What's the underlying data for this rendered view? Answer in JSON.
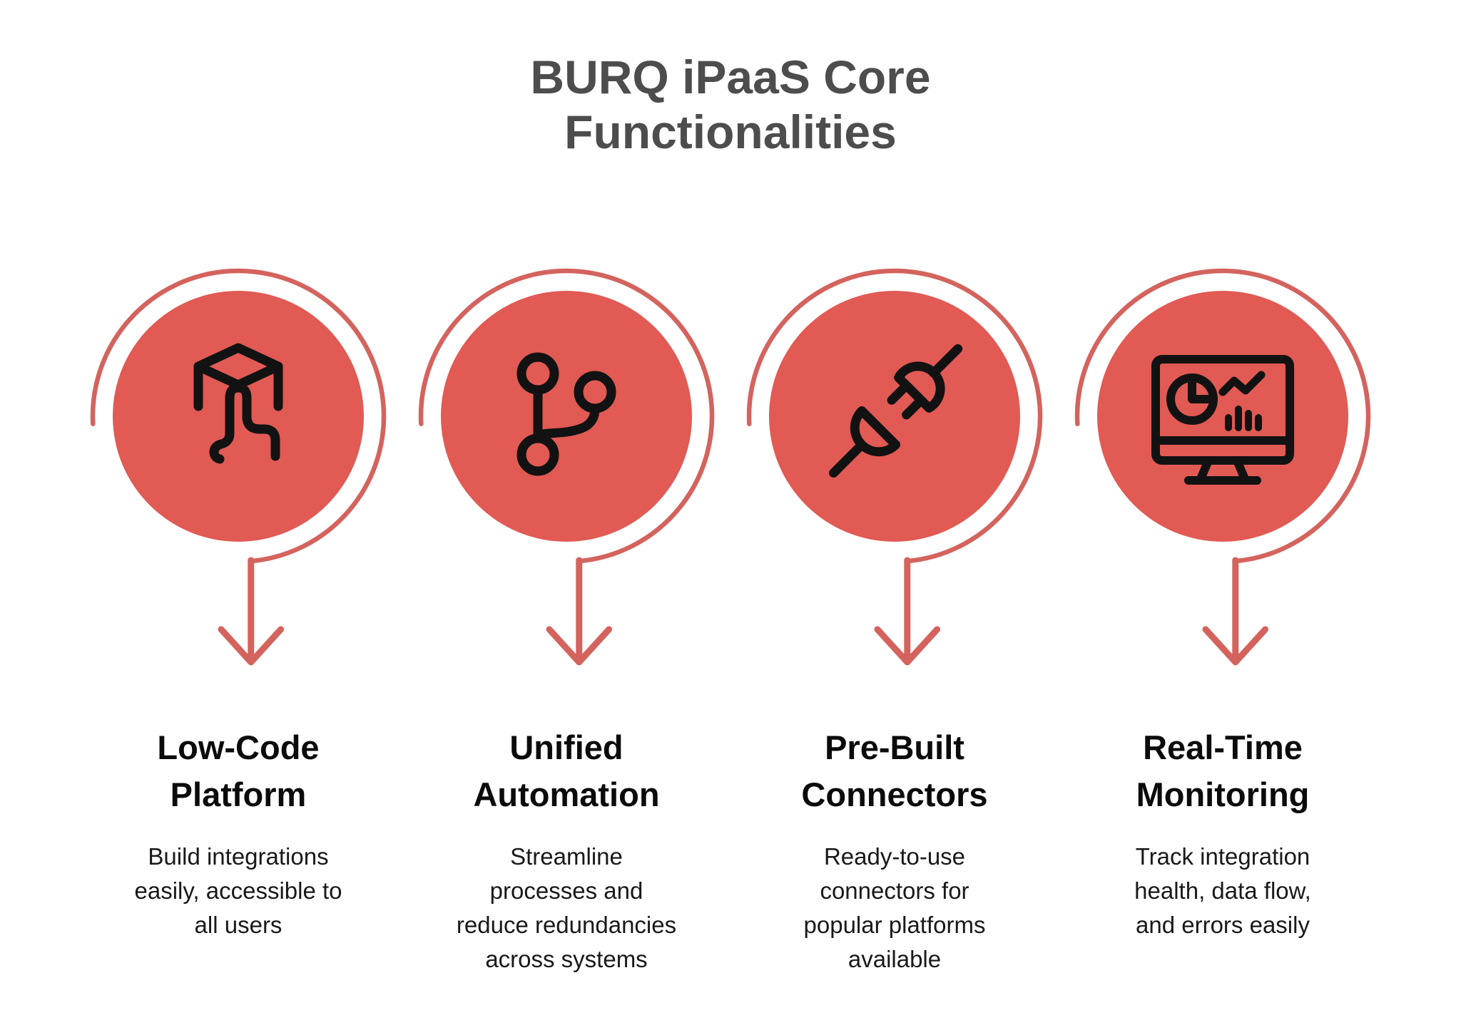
{
  "title": {
    "text": "BURQ iPaaS Core\nFunctionalities"
  },
  "colors": {
    "circle_fill": "#E15A54",
    "ring_stroke": "#D4635E",
    "icon_color": "#121212",
    "title_color": "#4D4D4D",
    "heading_color": "#0B0B0B",
    "body_color": "#191919",
    "background": "#FFFFFF"
  },
  "items": [
    {
      "icon": "tap-cube-icon",
      "title": "Low-Code\nPlatform",
      "description": "Build integrations\neasily, accessible to\nall users"
    },
    {
      "icon": "git-branch-icon",
      "title": "Unified\nAutomation",
      "description": "Streamline\nprocesses and\nreduce redundancies\nacross systems"
    },
    {
      "icon": "plug-connectors-icon",
      "title": "Pre-Built\nConnectors",
      "description": "Ready-to-use\nconnectors for\npopular platforms\navailable"
    },
    {
      "icon": "monitor-dashboard-icon",
      "title": "Real-Time\nMonitoring",
      "description": "Track integration\nhealth, data flow,\nand errors easily"
    }
  ]
}
